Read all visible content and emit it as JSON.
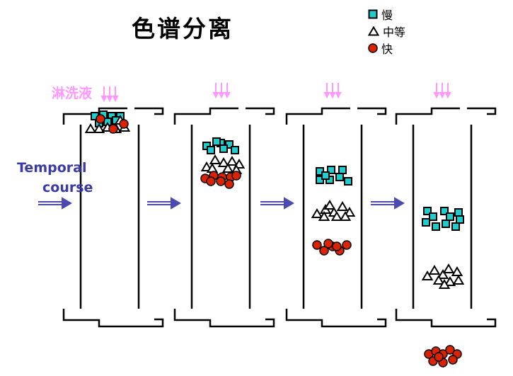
{
  "title": "色谱分离",
  "legend": [
    {
      "marker": "square",
      "label": "慢"
    },
    {
      "marker": "triangle",
      "label": "中等"
    },
    {
      "marker": "circle",
      "label": "快"
    }
  ],
  "eluent_label": "淋洗液",
  "temporal_label": {
    "line1": "Temporal",
    "line2": "course"
  },
  "colors": {
    "slow": "#22cccc",
    "medium": "#ffffff",
    "fast": "#dd2200",
    "eluent": "#ff99ff",
    "arrow": "#4a4ab0"
  }
}
